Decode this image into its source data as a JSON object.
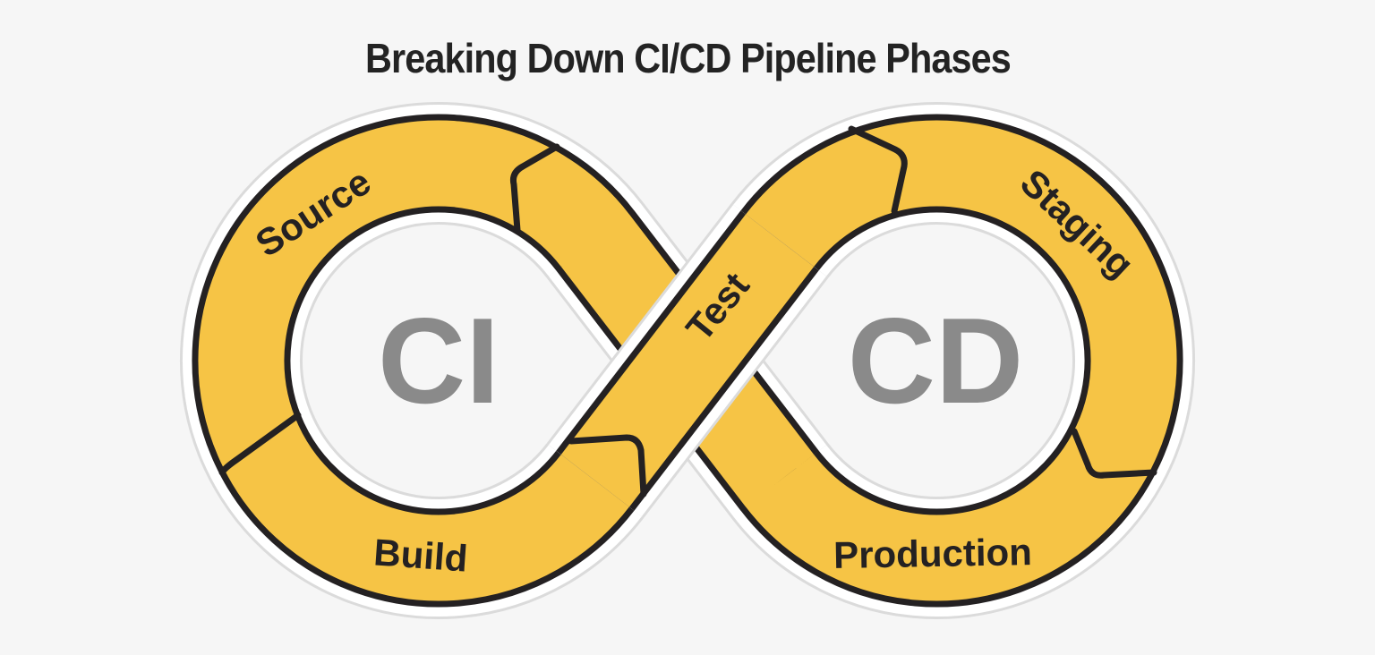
{
  "title": "Breaking Down CI/CD Pipeline Phases",
  "diagram": {
    "loops": {
      "left": "CI",
      "right": "CD"
    },
    "phases": [
      "Source",
      "Build",
      "Test",
      "Staging",
      "Production"
    ]
  },
  "colors": {
    "background": "#F6F6F6",
    "band": "#F6C445",
    "outline": "#242122",
    "halo": "#FFFFFF",
    "halo_edge": "#DBDBDB",
    "loop_text": "#8A8A8A",
    "phase_text": "#242122",
    "title_text": "#232323"
  }
}
